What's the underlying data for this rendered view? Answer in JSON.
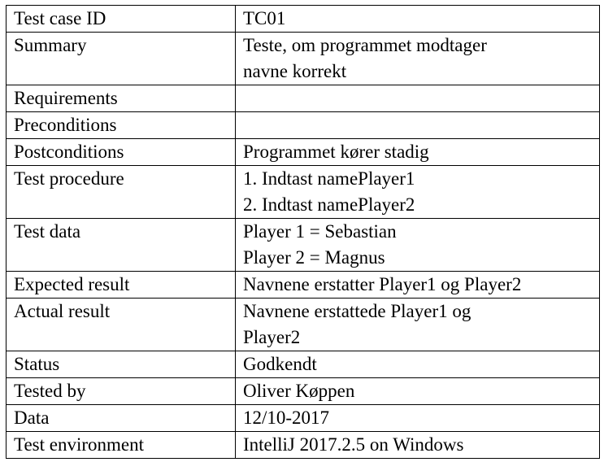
{
  "rows": [
    {
      "label": "Test case ID",
      "value": [
        "TC01"
      ]
    },
    {
      "label": "Summary",
      "value": [
        "Teste, om programmet modtager",
        "navne korrekt"
      ]
    },
    {
      "label": "Requirements",
      "value": [
        ""
      ]
    },
    {
      "label": "Preconditions",
      "value": [
        ""
      ]
    },
    {
      "label": "Postconditions",
      "value": [
        "Programmet kører stadig"
      ]
    },
    {
      "label": "Test procedure",
      "value": [
        "1. Indtast namePlayer1",
        "2. Indtast namePlayer2"
      ]
    },
    {
      "label": "Test data",
      "value": [
        "Player 1 = Sebastian",
        "Player 2 = Magnus"
      ]
    },
    {
      "label": "Expected result",
      "value": [
        "Navnene erstatter Player1 og Player2"
      ]
    },
    {
      "label": "Actual result",
      "value": [
        "Navnene erstattede Player1 og",
        "Player2"
      ]
    },
    {
      "label": "Status",
      "value": [
        "Godkendt"
      ]
    },
    {
      "label": "Tested by",
      "value": [
        "Oliver Køppen"
      ]
    },
    {
      "label": "Data",
      "value": [
        "12/10-2017"
      ]
    },
    {
      "label": "Test environment",
      "value": [
        "IntelliJ 2017.2.5 on Windows"
      ]
    }
  ]
}
